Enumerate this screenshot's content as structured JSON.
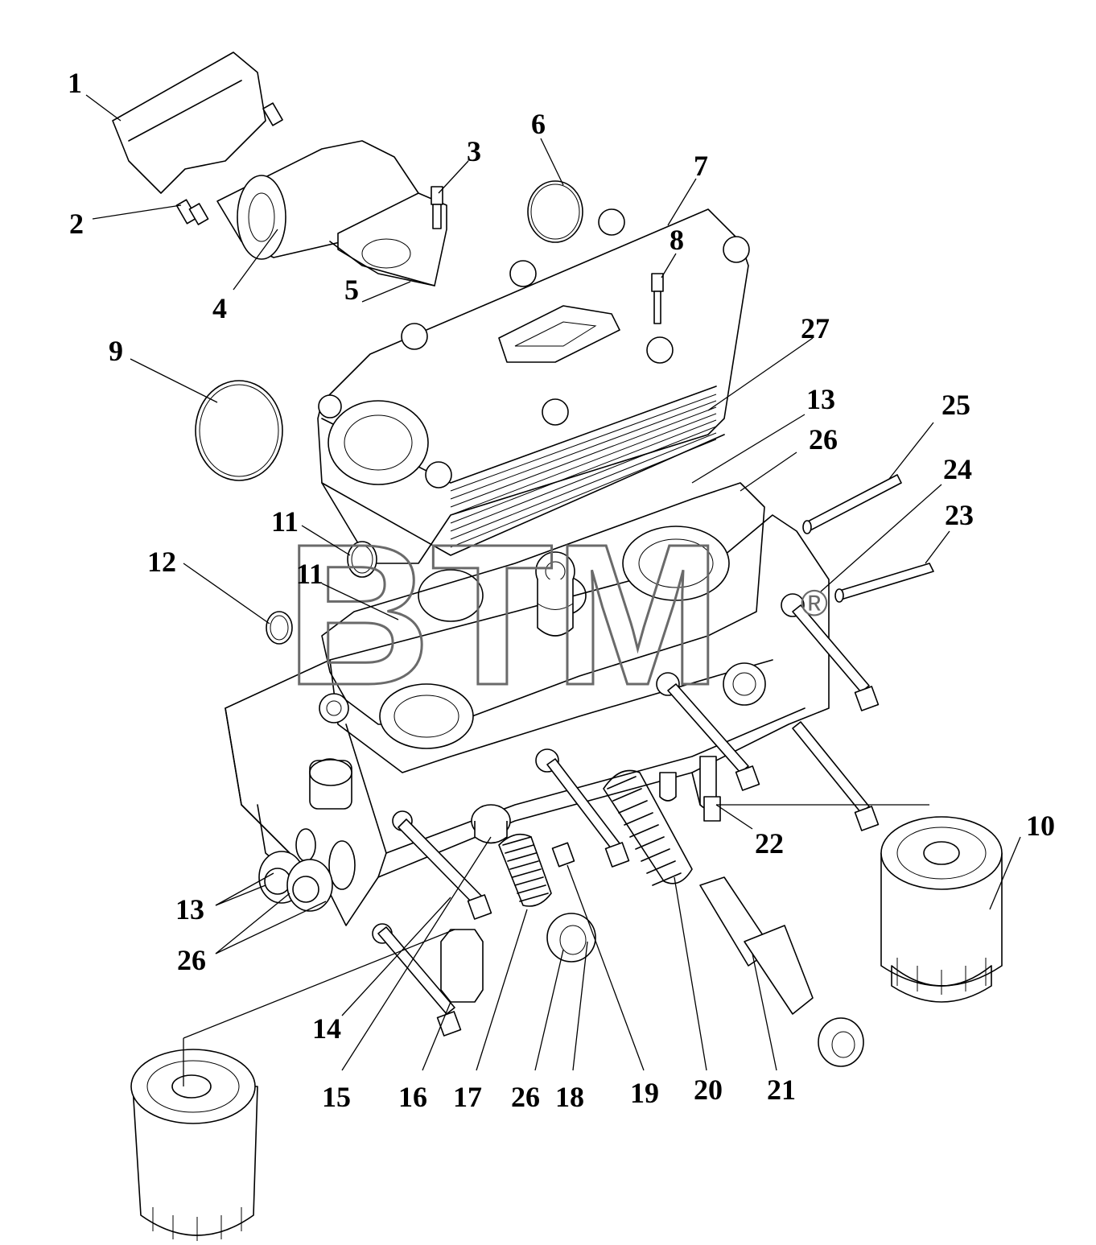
{
  "watermark": {
    "text": "BTM",
    "registered_mark": "®"
  },
  "callouts": [
    {
      "id": "c1",
      "text": "1"
    },
    {
      "id": "c2",
      "text": "2"
    },
    {
      "id": "c3",
      "text": "3"
    },
    {
      "id": "c4",
      "text": "4"
    },
    {
      "id": "c5",
      "text": "5"
    },
    {
      "id": "c6",
      "text": "6"
    },
    {
      "id": "c7",
      "text": "7"
    },
    {
      "id": "c8",
      "text": "8"
    },
    {
      "id": "c9",
      "text": "9"
    },
    {
      "id": "c10",
      "text": "10"
    },
    {
      "id": "c11a",
      "text": "11"
    },
    {
      "id": "c11b",
      "text": "11"
    },
    {
      "id": "c12",
      "text": "12"
    },
    {
      "id": "c13a",
      "text": "13"
    },
    {
      "id": "c13b",
      "text": "13"
    },
    {
      "id": "c14",
      "text": "14"
    },
    {
      "id": "c15",
      "text": "15"
    },
    {
      "id": "c16",
      "text": "16"
    },
    {
      "id": "c17",
      "text": "17"
    },
    {
      "id": "c18",
      "text": "18"
    },
    {
      "id": "c19",
      "text": "19"
    },
    {
      "id": "c20",
      "text": "20"
    },
    {
      "id": "c21",
      "text": "21"
    },
    {
      "id": "c22",
      "text": "22"
    },
    {
      "id": "c23",
      "text": "23"
    },
    {
      "id": "c24",
      "text": "24"
    },
    {
      "id": "c25",
      "text": "25"
    },
    {
      "id": "c26a",
      "text": "26"
    },
    {
      "id": "c26b",
      "text": "26"
    },
    {
      "id": "c26c",
      "text": "26"
    },
    {
      "id": "c27",
      "text": "27"
    }
  ]
}
